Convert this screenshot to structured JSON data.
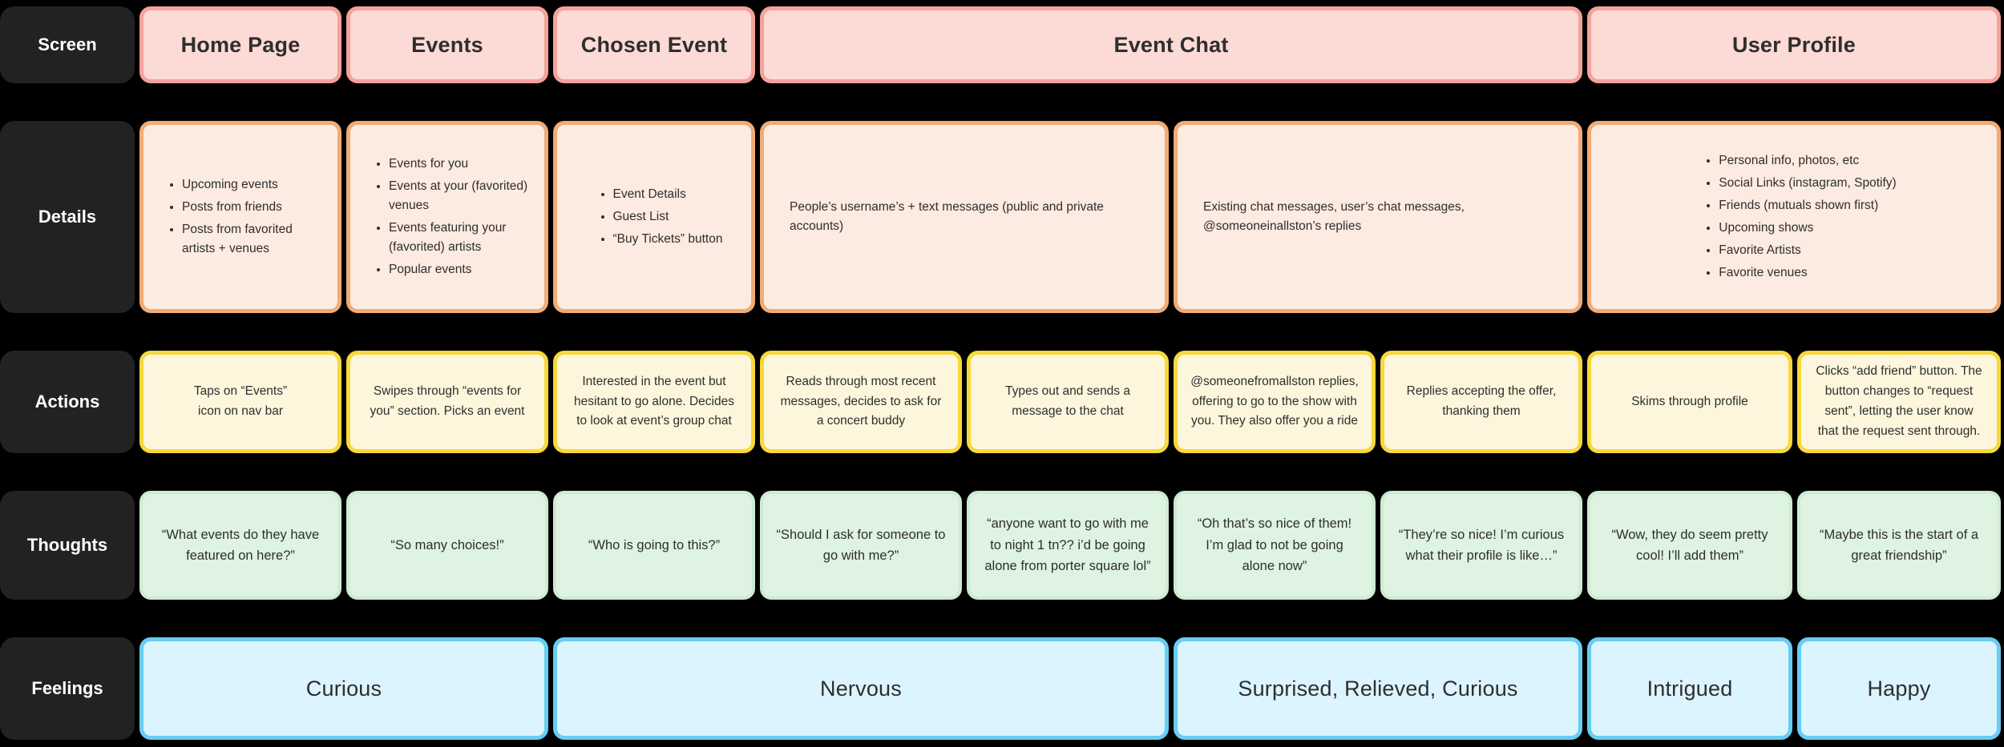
{
  "row_labels": {
    "screen": "Screen",
    "details": "Details",
    "actions": "Actions",
    "thoughts": "Thoughts",
    "feelings": "Feelings"
  },
  "screens": [
    "Home Page",
    "Events",
    "Chosen Event",
    "Event Chat",
    "User Profile"
  ],
  "details": {
    "home_page": [
      "Upcoming events",
      "Posts from friends",
      "Posts from favorited artists + venues"
    ],
    "events": [
      "Events for you",
      "Events at your (favorited) venues",
      "Events featuring your (favorited) artists",
      "Popular events"
    ],
    "chosen_event": [
      "Event Details",
      "Guest List",
      "“Buy Tickets” button"
    ],
    "event_chat_messages": "People’s username’s + text messages (public and private accounts)",
    "event_chat_replies": "Existing chat messages, user’s chat messages, @someoneinallston’s replies",
    "user_profile": [
      "Personal info, photos, etc",
      "Social Links (instagram, Spotify)",
      "Friends (mutuals shown first)",
      "Upcoming shows",
      "Favorite Artists",
      "Favorite venues"
    ]
  },
  "actions": [
    "Taps on “Events”\nicon on nav bar",
    "Swipes through “events for you” section. Picks an event",
    "Interested in the event but hesitant to go alone. Decides to look at event’s group chat",
    "Reads through most recent messages, decides to ask for a concert buddy",
    "Types out and sends a message to the chat",
    "@someonefromallston replies, offering to go to the show with you. They also offer you a ride",
    "Replies accepting the offer, thanking them",
    "Skims through profile",
    "Clicks “add friend” button. The button changes to “request sent”, letting the user know that the request sent through."
  ],
  "thoughts": [
    "“What events do they have featured on here?”",
    "“So many choices!”",
    "“Who is going to this?”",
    "“Should I ask for someone to go with me?”",
    "“anyone want to go with me to night 1 tn?? i’d be going alone from porter square lol”",
    "“Oh that’s so nice of them! I’m glad to not be going alone now”",
    "“They’re so nice! I’m curious what their profile is like…”",
    "“Wow, they do seem pretty cool! I’ll add them”",
    "“Maybe this is the start of a great friendship”"
  ],
  "feelings": [
    "Curious",
    "Nervous",
    "Surprised, Relieved, Curious",
    "Intrigued",
    "Happy"
  ],
  "colors": {
    "background": "#000000",
    "label_box": "#222222",
    "label_text": "#ffffff",
    "screen_fill": "#fcdad5",
    "screen_border": "#f5a29c",
    "details_fill": "#fcebe0",
    "details_border": "#f1ab76",
    "actions_fill": "#fdf6dc",
    "actions_border": "#f8d83b",
    "thoughts_fill": "#def3e2",
    "thoughts_border": "#cdebd1",
    "feelings_fill": "#dcf4fd",
    "feelings_border": "#68cdf2",
    "box_text": "#2e2e2e"
  }
}
